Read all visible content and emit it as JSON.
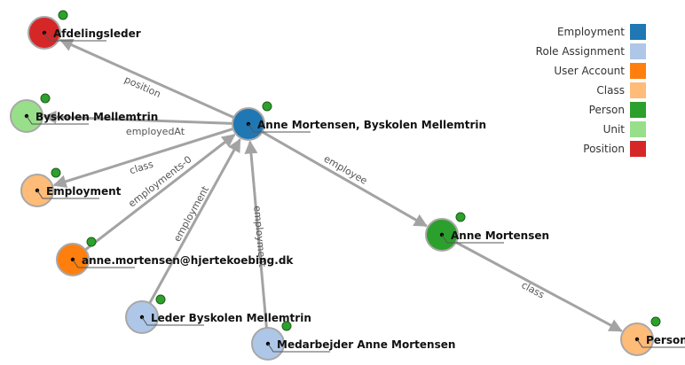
{
  "graph": {
    "nodes": [
      {
        "id": "afdelingsleder",
        "label": "Afdelingsleder",
        "type": "Position"
      },
      {
        "id": "byskolen",
        "label": "Byskolen Mellemtrin",
        "type": "Unit"
      },
      {
        "id": "employment_class",
        "label": "Employment",
        "type": "Class"
      },
      {
        "id": "email",
        "label": "anne.mortensen@hjertekoebing.dk",
        "type": "User Account"
      },
      {
        "id": "leder",
        "label": "Leder Byskolen Mellemtrin",
        "type": "Role Assignment"
      },
      {
        "id": "medarbejder",
        "label": "Medarbejder Anne Mortensen",
        "type": "Role Assignment"
      },
      {
        "id": "anne_emp",
        "label": "Anne Mortensen, Byskolen Mellemtrin",
        "type": "Employment"
      },
      {
        "id": "anne_person",
        "label": "Anne Mortensen",
        "type": "Person"
      },
      {
        "id": "person_class",
        "label": "Person",
        "type": "Class"
      }
    ],
    "edges": [
      {
        "from": "anne_emp",
        "to": "afdelingsleder",
        "label": "position"
      },
      {
        "from": "anne_emp",
        "to": "byskolen",
        "label": "employedAt"
      },
      {
        "from": "anne_emp",
        "to": "employment_class",
        "label": "class"
      },
      {
        "from": "email",
        "to": "anne_emp",
        "label": "employments-0"
      },
      {
        "from": "leder",
        "to": "anne_emp",
        "label": "employment"
      },
      {
        "from": "medarbejder",
        "to": "anne_emp",
        "label": "employment"
      },
      {
        "from": "anne_emp",
        "to": "anne_person",
        "label": "employee"
      },
      {
        "from": "anne_person",
        "to": "person_class",
        "label": "class"
      }
    ]
  },
  "legend": {
    "items": [
      {
        "label": "Employment",
        "color": "#1f77b4"
      },
      {
        "label": "Role Assignment",
        "color": "#aec7e8"
      },
      {
        "label": "User Account",
        "color": "#ff7f0e"
      },
      {
        "label": "Class",
        "color": "#ffbb78"
      },
      {
        "label": "Person",
        "color": "#2ca02c"
      },
      {
        "label": "Unit",
        "color": "#98df8a"
      },
      {
        "label": "Position",
        "color": "#d62728"
      }
    ]
  }
}
